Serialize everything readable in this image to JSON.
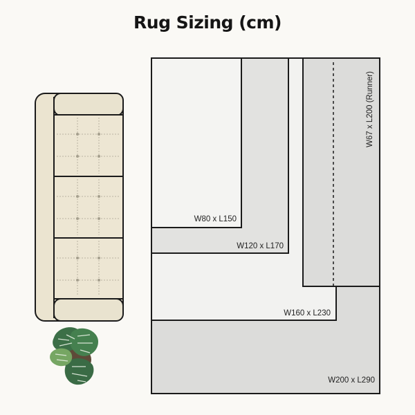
{
  "title": "Rug Sizing (cm)",
  "colors": {
    "background": "#faf9f5",
    "outline": "#1a1a1a",
    "rug_light": "#f2f2f0",
    "rug_mid": "#e2e2e0",
    "rug_dark": "#d8d8d6",
    "sofa_fill": "#ebe4d0",
    "cushion_fill": "#e9e3cf",
    "leaf_green": "#3f7a4d"
  },
  "icons": {
    "sofa": "sofa-icon",
    "plant": "monstera-plant-icon"
  },
  "rugs": [
    {
      "id": "w200",
      "label": "W200 x L290"
    },
    {
      "id": "w160",
      "label": "W160 x L230"
    },
    {
      "id": "w120",
      "label": "W120 x L170"
    },
    {
      "id": "w80",
      "label": "W80 x L150"
    },
    {
      "id": "runner",
      "label": "W67 x L200 (Runner)"
    }
  ]
}
